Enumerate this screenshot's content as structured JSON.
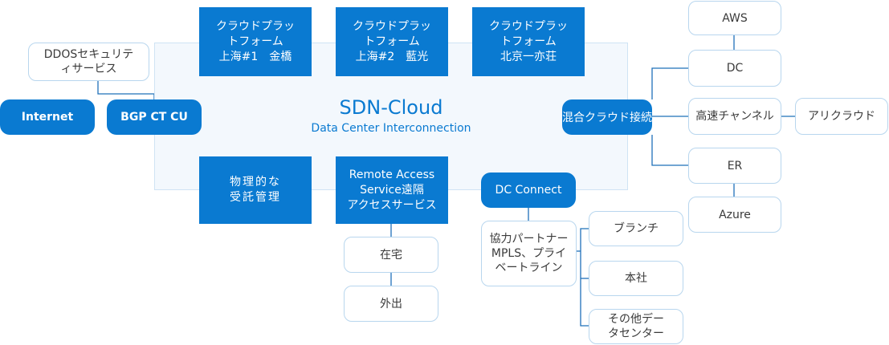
{
  "center": {
    "title": "SDN-Cloud",
    "subtitle": "Data Center Interconnection"
  },
  "left": {
    "ddos": "DDOSセキュリテ\nィサービス",
    "internet": "Internet",
    "bgp": "BGP CT CU"
  },
  "platforms": [
    "クラウドプラッ\nトフォーム\n上海#1　金橋",
    "クラウドプラッ\nトフォーム\n上海#2　藍光",
    "クラウドプラッ\nトフォーム\n北京一亦荘"
  ],
  "bottom": {
    "physical": "物理的な\n受託管理",
    "remote": "Remote Access\nService遠隔\nアクセスサービス",
    "home": "在宅",
    "outside": "外出",
    "dc_connect": "DC Connect",
    "partner": "協力パートナー\nMPLS、プライ\nベートライン",
    "branch": "ブランチ",
    "hq": "本社",
    "other_dc": "その他デー\nタセンター"
  },
  "right": {
    "hybrid": "混合クラウド接続",
    "aws": "AWS",
    "dc": "DC",
    "express": "高速チャンネル",
    "alibaba": "アリクラウド",
    "er": "ER",
    "azure": "Azure"
  },
  "colors": {
    "primary": "#0a7ad1",
    "outline": "#b8d6ee",
    "line": "#1f70b9",
    "panel": "#f3f8fd"
  }
}
